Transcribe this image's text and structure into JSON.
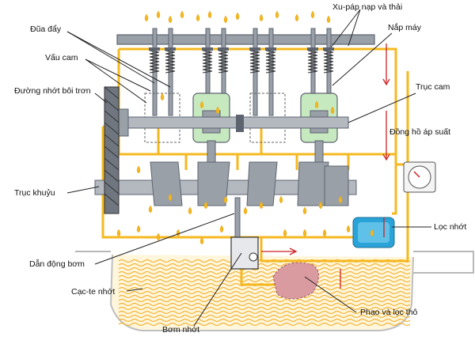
{
  "labels": {
    "valves": "Xu-páp nạp và thải",
    "push_rods": "Đũa đẩy",
    "cylinder_head": "Nắp máy",
    "rocker_arm": "Vấu cam",
    "oil_gallery": "Đường nhớt bôi trơn",
    "camshaft": "Trục cam",
    "pressure_gauge": "Đồng hồ áp suất",
    "crankshaft": "Trục khuỷu",
    "oil_filter": "Lọc nhớt",
    "pump_drive": "Dẫn động bơm",
    "oil_pan": "Cạc-te nhớt",
    "float_strainer": "Phao và lọc thô",
    "oil_pump": "Bơm nhớt"
  },
  "colors": {
    "oil": "#f5b820",
    "oil_dark": "#e3a10e",
    "sump_line": "#f2b53a",
    "metal": "#9aa0a8",
    "metal_dark": "#5d6470",
    "piston": "#c7e9c0",
    "pressure_arrow": "#cc2222",
    "filter": "#2aa3d8",
    "float": "#d99aa0"
  }
}
